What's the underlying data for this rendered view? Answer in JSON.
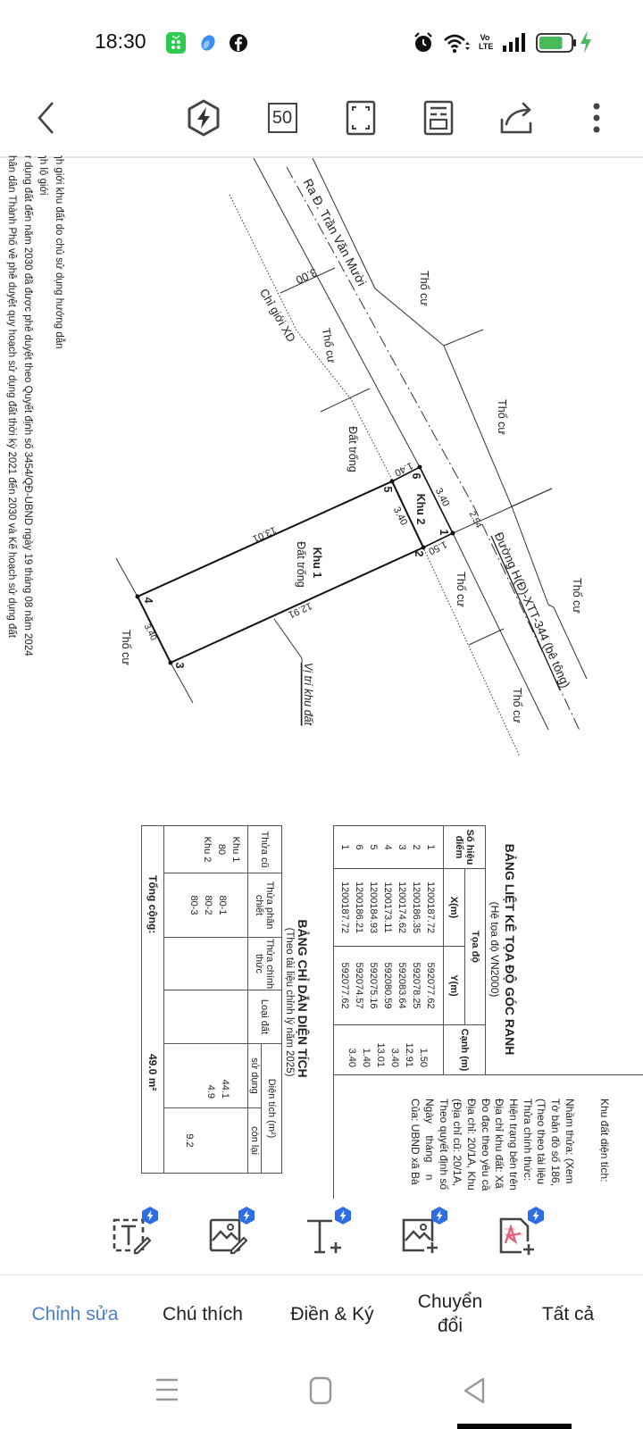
{
  "status_bar": {
    "time": "18:30",
    "notification_icons": [
      "app-grid-icon",
      "messenger-icon",
      "facebook-icon"
    ],
    "system_icons": [
      "alarm-icon",
      "wifi-icon",
      "volte-icon",
      "signal-icon",
      "battery-icon",
      "charging-icon"
    ],
    "volte_label": "Vo LTE",
    "battery_level": 0.75,
    "battery_color": "#4cb85c"
  },
  "toolbar": {
    "icons": [
      "back-icon",
      "bolt-hexagon-icon",
      "page-count-icon",
      "fullscreen-icon",
      "reader-mode-icon",
      "share-icon",
      "more-icon"
    ],
    "page_count_label": "50"
  },
  "document": {
    "notes": [
      "ɿh giới khu đất do chủ sử dụng hướng dẫn",
      "ɿh lộ giới",
      "r dụng đất đến năm 2030 đã được phê duyệt theo Quyết định số 3454/QĐ-UBND ngày 19 tháng 08 năm 2024",
      "hân dân Thành Phố về phê duyệt quy hoạch sử dụng đất thời kỳ 2021 đến 2030 và Kế hoạch sử dụng đất"
    ],
    "drawing": {
      "road_name_top": "Ra Đ. Trần Văn Mười",
      "road_name_bottom": "Đường H(Đ)-XTT-344 (bê tông)",
      "setback_label": "Chỉ giới XD",
      "setback_distance": "3.00",
      "road_offset": "2.54",
      "neighbor_label": "Thổ cư",
      "empty_land_label": "Đất trống",
      "zone1_label": "Khu 1",
      "zone1_type": "Đất trống",
      "zone2_label": "Khu 2",
      "location_label": "Vị trí khu đất",
      "points": [
        "1",
        "2",
        "3",
        "4",
        "5",
        "6"
      ],
      "edges": {
        "e12": "1.50",
        "e23": "12.91",
        "e34": "3.40",
        "e45": "13.01",
        "e56": "1.40",
        "e61": "3.40",
        "e25": "3.40"
      }
    },
    "coord_table": {
      "title": "BẢNG LIỆT KÊ TỌA ĐỘ GÓC RANH",
      "subtitle": "(Hệ tọa độ VN2000)",
      "h_point": "Số hiệu điểm",
      "h_coord": "Tọa độ",
      "h_x": "X(m)",
      "h_y": "Y(m)",
      "h_edge": "Cạnh (m)",
      "points": [
        "1",
        "2",
        "3",
        "4",
        "5",
        "6",
        "1"
      ],
      "x": [
        "1200187.72",
        "1200186.35",
        "1200174.62",
        "1200173.11",
        "1200184.93",
        "1200186.21",
        "1200187.72"
      ],
      "y": [
        "592077.62",
        "592078.25",
        "592083.64",
        "592080.59",
        "592075.16",
        "592074.57",
        "592077.62"
      ],
      "edges": [
        "1.50",
        "12.91",
        "3.40",
        "13.01",
        "1.40",
        "3.40"
      ]
    },
    "area_table": {
      "title": "BẢNG CHỈ DẪN DIỆN TÍCH",
      "subtitle": "(Theo tài liệu chỉnh lý năm 2025)",
      "h_old": "Thửa cũ",
      "h_split": "Thửa phân chiết",
      "h_official": "Thửa chính thức",
      "h_type": "Loại đất",
      "h_area": "Diện tích (m²)",
      "h_used": "sử dụng",
      "h_remain": "còn lại",
      "old": [
        "Khu 1",
        "80",
        "Khu 2"
      ],
      "split": [
        "80-1",
        "80-2",
        "80-3"
      ],
      "used": [
        "44.1",
        "4.9"
      ],
      "remain": [
        "9.2"
      ],
      "total_label": "Tổng cộng:",
      "total_value": "49.0 m²"
    },
    "info_block": {
      "heading": "Khu đất diện tích:",
      "lines": [
        "Nhầm thửa: (Xem",
        "Tờ bản đồ số 186,",
        "(Theo theo tài liệu",
        "Thửa chính thức:",
        "Hiện trạng bên trên",
        "Địa chỉ khu đất: Xã",
        "Đo đạc theo yêu cầ",
        "Địa chỉ: 20/1A, Khu",
        "(Địa chỉ cũ: 20/1A,",
        "Theo quyết định số",
        "Ngày    tháng    n",
        "Của: UBND xã Bà"
      ]
    }
  },
  "edit_tools": [
    {
      "name": "edit-text-tool",
      "icon": "text-edit-icon",
      "premium": true
    },
    {
      "name": "edit-image-tool",
      "icon": "image-edit-icon",
      "premium": true
    },
    {
      "name": "add-text-tool",
      "icon": "text-add-icon",
      "premium": true
    },
    {
      "name": "add-image-tool",
      "icon": "image-add-icon",
      "premium": true
    },
    {
      "name": "add-signature-tool",
      "icon": "signature-add-icon",
      "premium": true
    }
  ],
  "tabs": [
    {
      "label": "Chỉnh sửa",
      "active": true
    },
    {
      "label": "Chú thích",
      "active": false
    },
    {
      "label": "Điền & Ký",
      "active": false
    },
    {
      "label": "Chuyển đổi",
      "active": false
    },
    {
      "label": "Tất cả",
      "active": false
    }
  ],
  "nav_bar": {
    "icons": [
      "recents-icon",
      "home-icon",
      "back-triangle-icon"
    ]
  },
  "colors": {
    "accent": "#4a7fd0",
    "badge": "#2d6de6",
    "signature": "#e0607a",
    "icon": "#444444"
  }
}
